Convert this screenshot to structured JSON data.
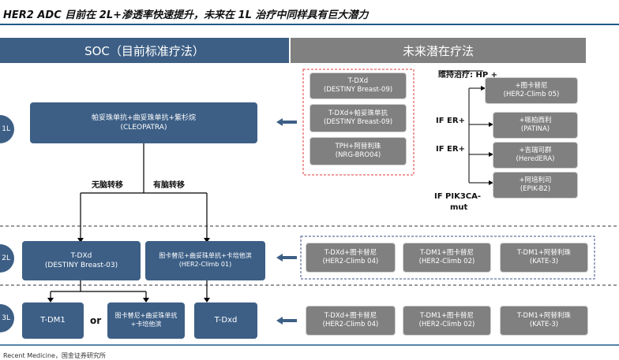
{
  "title": "HER2 ADC 目前在 2L+渗透率快速提升，未来在 1L 治疗中同样具有巨大潜力",
  "headers": {
    "soc": "SOC（目前标准疗法）",
    "future": "未来潜在疗法"
  },
  "lines": {
    "l1": "1L",
    "l2": "2L",
    "l3": "3L"
  },
  "soc_1l": {
    "line1": "帕妥珠单抗+曲妥珠单抗+紫杉烷",
    "line2": "(CLEOPATRA)"
  },
  "branches": {
    "no_brain": "无脑转移",
    "brain": "有脑转移"
  },
  "future_1l": [
    {
      "line1": "T-DXd",
      "line2": "(DESTINY Breast-09)"
    },
    {
      "line1": "T-DXd+帕妥珠单抗",
      "line2": "(DESTINY Breast-09)"
    },
    {
      "line1": "TPH+阿替利珠",
      "line2": "(NRG-BRO04)"
    }
  ],
  "maintenance": {
    "heading": "维持治疗: HP +",
    "if_er1": "IF ER+",
    "if_er2": "IF ER+",
    "if_pik": "IF PIK3CA-",
    "mut": "mut",
    "items": [
      {
        "line1": "+图卡替尼",
        "line2": "(HER2-Climb 05)"
      },
      {
        "line1": "+哌柏西利",
        "line2": "(PATINA)"
      },
      {
        "line1": "+吉瑞司群",
        "line2": "(HeredERA)"
      },
      {
        "line1": "+阿培利司",
        "line2": "(EPIK-B2)"
      }
    ]
  },
  "soc_2l": [
    {
      "line1": "T-DXd",
      "line2": "(DESTINY Breast-03)"
    },
    {
      "line1": "图卡替尼+曲妥珠单抗+卡培他滨",
      "line2": "(HER2-Climb 01)"
    }
  ],
  "future_2l": [
    {
      "line1": "T-DXd+图卡替尼",
      "line2": "(HER2-Climb 04)"
    },
    {
      "line1": "T-DM1+图卡替尼",
      "line2": "(HER2-Climb 02)"
    },
    {
      "line1": "T-DM1+阿替利珠",
      "line2": "(KATE-3)"
    }
  ],
  "soc_3l": {
    "tdm1": "T-DM1",
    "or": "or",
    "combo": "图卡替尼+曲妥珠单抗+卡培他滨",
    "tdxd": "T-Dxd"
  },
  "future_3l": [
    {
      "line1": "T-DXd+图卡替尼",
      "line2": "(HER2-Climb 04)"
    },
    {
      "line1": "T-DM1+图卡替尼",
      "line2": "(HER2-Climb 02)"
    },
    {
      "line1": "T-DM1+阿替利珠",
      "line2": "(KATE-3)"
    }
  ],
  "footer": "Recent Medicine，国金证券研究所",
  "colors": {
    "soc_blue": "#3d5f86",
    "header_gray": "#808080",
    "rule_blue": "#1e5a88",
    "red_dash": "#e03a3a",
    "blue_dash": "#3a4f8a"
  }
}
